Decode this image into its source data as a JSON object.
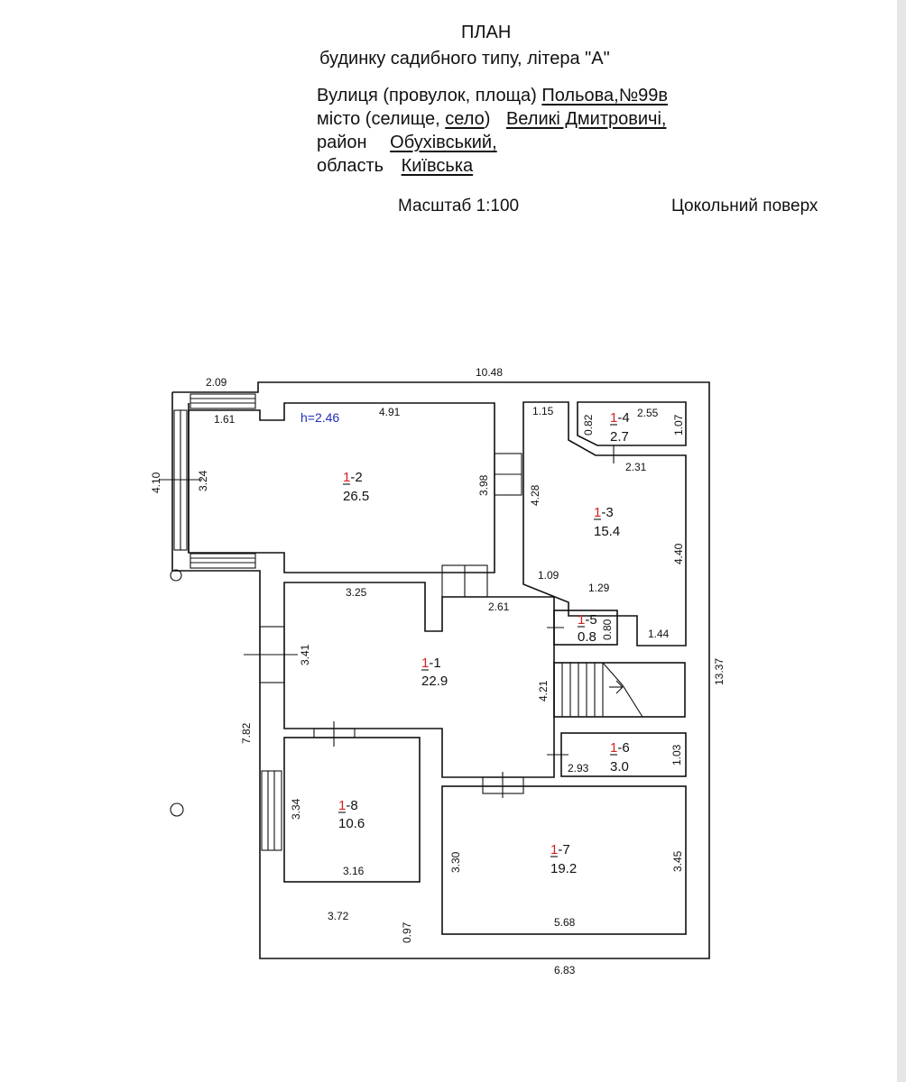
{
  "header": {
    "title": "ПЛАН",
    "subtitle": "будинку садибного типу, літера \"А\"",
    "street_label": "Вулиця (провулок, площа)",
    "street_value": "Польова,№99в",
    "city_label_pre": "місто (селище, ",
    "city_label_village": "село",
    "city_label_post": ")",
    "city_value": "Великі Дмитровичі,",
    "district_label": "район",
    "district_value": "Обухівський,",
    "region_label": "область",
    "region_value": "Київська",
    "scale": "Масштаб 1:100",
    "floor": "Цокольний поверх"
  },
  "plan": {
    "height_note": "h=2.46",
    "rooms": [
      {
        "floor": "1",
        "suffix": "-2",
        "area": "26.5"
      },
      {
        "floor": "1",
        "suffix": "-4",
        "area": "2.7"
      },
      {
        "floor": "1",
        "suffix": "-3",
        "area": "15.4"
      },
      {
        "floor": "1",
        "suffix": "-5",
        "area": "0.8"
      },
      {
        "floor": "1",
        "suffix": "-1",
        "area": "22.9"
      },
      {
        "floor": "1",
        "suffix": "-6",
        "area": "3.0"
      },
      {
        "floor": "1",
        "suffix": "-8",
        "area": "10.6"
      },
      {
        "floor": "1",
        "suffix": "-7",
        "area": "19.2"
      }
    ],
    "dimensions": [
      "2.09",
      "10.48",
      "1.61",
      "4.91",
      "1.15",
      "0.82",
      "2.55",
      "1.07",
      "4.10",
      "3.24",
      "3.98",
      "4.28",
      "2.31",
      "4.40",
      "1.09",
      "1.29",
      "3.25",
      "2.61",
      "0.80",
      "1.44",
      "3.41",
      "4.21",
      "13.37",
      "7.82",
      "2.93",
      "1.03",
      "3.34",
      "3.30",
      "3.45",
      "3.16",
      "3.72",
      "5.68",
      "0.97",
      "6.83"
    ]
  }
}
